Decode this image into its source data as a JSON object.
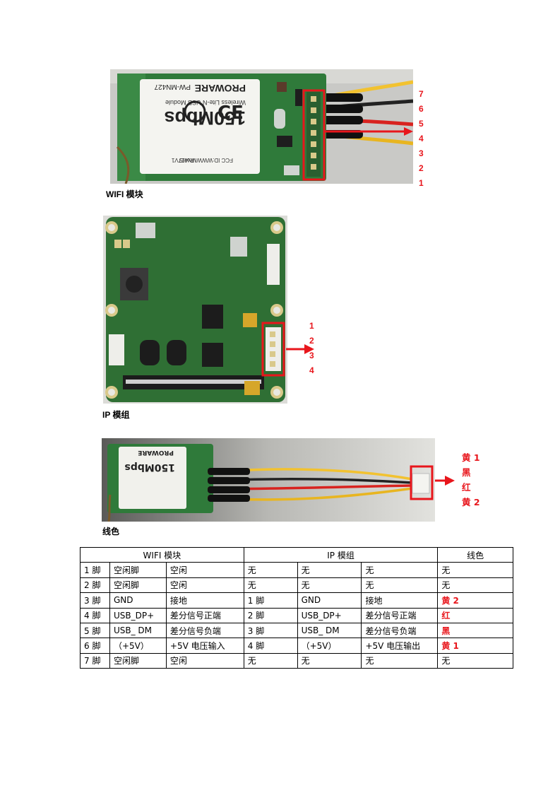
{
  "wifi_photo": {
    "module_text": [
      "PROWARE",
      "PW-MN427",
      "Wireless Lite-N USB Module",
      "150Mbps",
      "FCC ID:WWWMN427V1",
      "RoHS"
    ],
    "pin_numbers": [
      "7",
      "6",
      "5",
      "4",
      "3",
      "2",
      "1"
    ],
    "caption": "WIFI 模块"
  },
  "ip_photo": {
    "pin_numbers": [
      "1",
      "2",
      "3",
      "4"
    ],
    "caption": "IP 模组"
  },
  "cable_photo": {
    "color_labels": [
      "黄 1",
      "黑",
      "红",
      "黄 2"
    ],
    "caption": "线色"
  },
  "table": {
    "headers": [
      "WIFI 模块",
      "IP 模组",
      "线色"
    ],
    "rows": [
      [
        "1 脚",
        "空闲脚",
        "空闲",
        "无",
        "无",
        "无",
        "无"
      ],
      [
        "2 脚",
        "空闲脚",
        "空闲",
        "无",
        "无",
        "无",
        "无"
      ],
      [
        "3 脚",
        "GND",
        "接地",
        "1 脚",
        "GND",
        "接地",
        "黄 2"
      ],
      [
        "4 脚",
        "USB_DP+",
        "差分信号正端",
        "2 脚",
        "USB_DP+",
        "差分信号正端",
        "红"
      ],
      [
        "5 脚",
        "USB_ DM",
        "差分信号负端",
        "3 脚",
        "USB_ DM",
        "差分信号负端",
        "黑"
      ],
      [
        "6 脚",
        "（+5V）",
        "+5V 电压输入",
        "4 脚",
        "（+5V）",
        "+5V 电压输出",
        "黄 1"
      ],
      [
        "7 脚",
        "空闲脚",
        "空闲",
        "无",
        "无",
        "无",
        "无"
      ]
    ],
    "red_cells": [
      [
        2,
        6
      ],
      [
        3,
        6
      ],
      [
        4,
        6
      ],
      [
        5,
        6
      ]
    ]
  },
  "colors": {
    "accent_red": "#e8161c",
    "pcb_green": "#2f7a3a",
    "wire_yellow": "#f2c230",
    "wire_red": "#d8231f"
  }
}
